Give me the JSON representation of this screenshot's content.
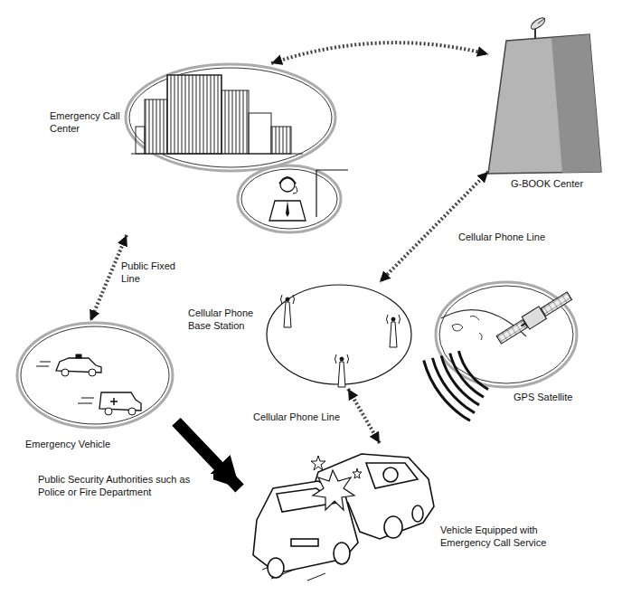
{
  "diagram": {
    "nodes": [
      {
        "text": [
          "Emergency Call Center"
        ]
      },
      {
        "text": [
          "G-BOOK Center"
        ]
      },
      {
        "text": [
          "Cellular Phone Base Station"
        ]
      },
      {
        "text": [
          "GPS Satellite"
        ]
      },
      {
        "text": [
          "Emergency Vehicle"
        ]
      },
      {
        "text": [
          "Vehicle Equipped with Emergency Call Service"
        ]
      }
    ],
    "edges": [
      {
        "from": 0,
        "to": 1,
        "arrow": "both"
      },
      {
        "from": 1,
        "to": 2,
        "label": "Cellular Phone Line",
        "arrow": "both"
      },
      {
        "from": 0,
        "to": 4,
        "label": "Public Fixed Line",
        "arrow": "both"
      },
      {
        "from": 2,
        "to": 5,
        "label": "Cellular Phone Line",
        "arrow": "both"
      },
      {
        "from": 4,
        "to": 5,
        "label": "Public Security Authorities such as Police or Fire Department",
        "arrow": "to"
      }
    ]
  }
}
